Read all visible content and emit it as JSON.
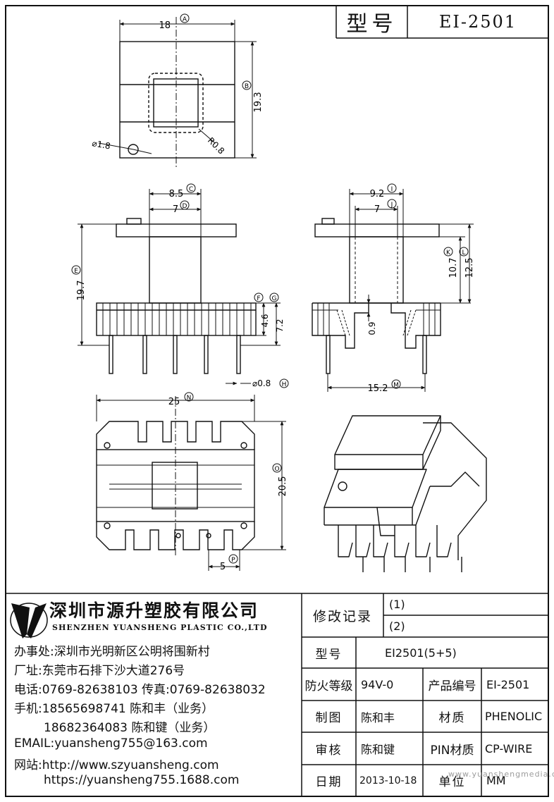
{
  "title_block": {
    "type_label": "型号",
    "model": "EI-2501"
  },
  "dimensions": {
    "A": {
      "letter": "A",
      "value": "18"
    },
    "B": {
      "letter": "B",
      "value": "19.3"
    },
    "hole": {
      "value": "⌀1.8"
    },
    "radius": {
      "value": "R0.8"
    },
    "C": {
      "letter": "C",
      "value": "8.5"
    },
    "D": {
      "letter": "D",
      "value": "7"
    },
    "E": {
      "letter": "E",
      "value": "19.7"
    },
    "F": {
      "letter": "F",
      "value": "4.6"
    },
    "G": {
      "letter": "G",
      "value": "7.2"
    },
    "H": {
      "letter": "H",
      "value": "⌀0.8"
    },
    "I": {
      "letter": "I",
      "value": "9.2"
    },
    "J": {
      "letter": "J",
      "value": "7"
    },
    "K": {
      "letter": "K",
      "value": "10.7"
    },
    "L": {
      "letter": "L",
      "value": "12.5"
    },
    "M": {
      "letter": "M",
      "value": "15.2"
    },
    "N": {
      "letter": "N",
      "value": "25"
    },
    "O": {
      "letter": "O",
      "value": "20.5"
    },
    "P": {
      "letter": "P",
      "value": "5"
    },
    "t": {
      "value": "0.9"
    }
  },
  "company": {
    "name_cn": "深圳市源升塑胶有限公司",
    "name_en": "SHENZHEN YUANSHENG PLASTIC CO.,LTD",
    "office": "办事处:深圳市光明新区公明将围新村",
    "factory": "厂址:东莞市石排下沙大道276号",
    "phone": "电话:0769-82638103 传真:0769-82638032",
    "mobile1": "手机:18565698741 陈和丰（业务）",
    "mobile2": "18682364083 陈和键（业务）",
    "email": "EMAIL:yuansheng755@163.com",
    "web1": "网站:http://www.szyuansheng.com",
    "web2": "https://yuansheng755.1688.com"
  },
  "revision": {
    "label": "修改记录",
    "r1": "(1)",
    "r2": "(2)"
  },
  "spec": {
    "model_label": "型号",
    "model_value": "EI2501(5+5)",
    "fire_label": "防火等级",
    "fire_value": "94V-0",
    "code_label": "产品编号",
    "code_value": "EI-2501",
    "draw_label": "制图",
    "draw_value": "陈和丰",
    "material_label": "材质",
    "material_value": "PHENOLIC",
    "review_label": "审核",
    "review_value": "陈和键",
    "pin_label": "PIN材质",
    "pin_value": "CP-WIRE",
    "date_label": "日期",
    "date_value": "2013-10-18",
    "unit_label": "单位",
    "unit_value": "MM"
  },
  "watermark": "www.yuanshengmedia.com"
}
